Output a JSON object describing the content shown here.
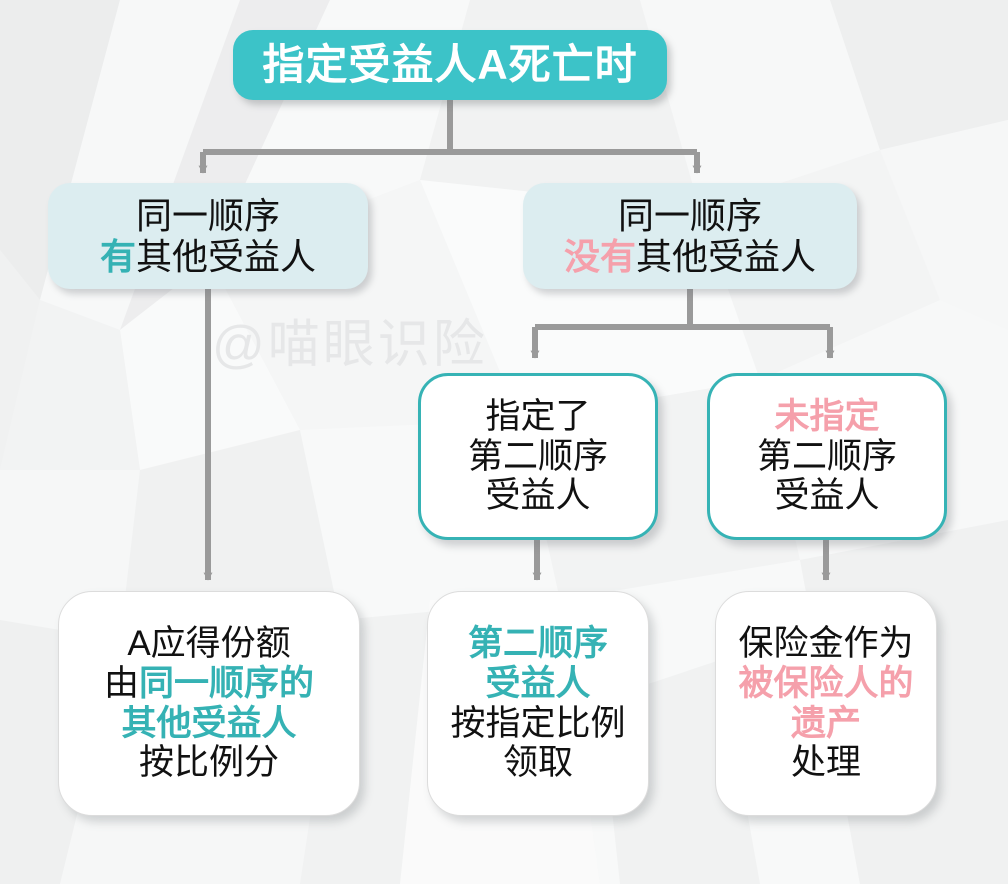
{
  "meta": {
    "watermark": "@喵眼识险"
  },
  "colors": {
    "teal_fill": "#3cc3c8",
    "teal_accent": "#35b2b4",
    "teal_border": "#36b3b5",
    "level2_fill": "#dcedf0",
    "pink_accent": "#f5a0ab",
    "connector_gray": "#9a9a9a",
    "text_dark": "#111111",
    "background": "#f4f5f6"
  },
  "nodes": {
    "title": {
      "id": "designated-beneficiary-a-dies",
      "lines": [
        [
          {
            "t": "指定受益人A死亡时",
            "style": "white"
          }
        ]
      ]
    },
    "level2_left": {
      "id": "same-order-has-other-beneficiaries",
      "lines": [
        [
          {
            "t": "同一顺序",
            "style": "plain"
          }
        ],
        [
          {
            "t": "有",
            "style": "teal"
          },
          {
            "t": "其他受益人",
            "style": "plain"
          }
        ]
      ]
    },
    "level2_right": {
      "id": "same-order-no-other-beneficiaries",
      "lines": [
        [
          {
            "t": "同一顺序",
            "style": "plain"
          }
        ],
        [
          {
            "t": "没有",
            "style": "pink"
          },
          {
            "t": "其他受益人",
            "style": "plain"
          }
        ]
      ]
    },
    "level3_left": {
      "id": "second-order-designated",
      "lines": [
        [
          {
            "t": "指定了",
            "style": "plain"
          }
        ],
        [
          {
            "t": "第二顺序",
            "style": "plain"
          }
        ],
        [
          {
            "t": "受益人",
            "style": "plain"
          }
        ]
      ]
    },
    "level3_right": {
      "id": "second-order-not-designated",
      "lines": [
        [
          {
            "t": "未指定",
            "style": "pink"
          }
        ],
        [
          {
            "t": "第二顺序",
            "style": "plain"
          }
        ],
        [
          {
            "t": "受益人",
            "style": "plain"
          }
        ]
      ]
    },
    "leaf_left": {
      "id": "share-split-among-same-order",
      "lines": [
        [
          {
            "t": "A应得份额",
            "style": "plain"
          }
        ],
        [
          {
            "t": "由",
            "style": "plain"
          },
          {
            "t": "同一顺序的",
            "style": "teal"
          }
        ],
        [
          {
            "t": "其他受益人",
            "style": "teal"
          }
        ],
        [
          {
            "t": "按比例分",
            "style": "plain"
          }
        ]
      ]
    },
    "leaf_middle": {
      "id": "second-order-receives-by-ratio",
      "lines": [
        [
          {
            "t": "第二顺序",
            "style": "teal"
          }
        ],
        [
          {
            "t": "受益人",
            "style": "teal"
          }
        ],
        [
          {
            "t": "按指定比例",
            "style": "plain"
          }
        ],
        [
          {
            "t": "领取",
            "style": "plain"
          }
        ]
      ]
    },
    "leaf_right": {
      "id": "treated-as-insured-estate",
      "lines": [
        [
          {
            "t": "保险金作为",
            "style": "plain"
          }
        ],
        [
          {
            "t": "被保险人的",
            "style": "pink"
          }
        ],
        [
          {
            "t": "遗产",
            "style": "pink"
          }
        ],
        [
          {
            "t": "处理",
            "style": "plain"
          }
        ]
      ]
    }
  },
  "edges": [
    {
      "from": "title",
      "to": "level2_left",
      "label": ""
    },
    {
      "from": "title",
      "to": "level2_right",
      "label": ""
    },
    {
      "from": "level2_left",
      "to": "leaf_left",
      "label": ""
    },
    {
      "from": "level2_right",
      "to": "level3_left",
      "label": ""
    },
    {
      "from": "level2_right",
      "to": "level3_right",
      "label": ""
    },
    {
      "from": "level3_left",
      "to": "leaf_middle",
      "label": ""
    },
    {
      "from": "level3_right",
      "to": "leaf_right",
      "label": ""
    }
  ]
}
